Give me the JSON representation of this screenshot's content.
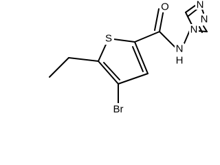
{
  "molecule": {
    "atoms": {
      "s1": "S",
      "o1": "O",
      "nh": "N",
      "h": "H",
      "n4": "N",
      "n1": "N",
      "n2": "N",
      "br": "Br"
    }
  }
}
